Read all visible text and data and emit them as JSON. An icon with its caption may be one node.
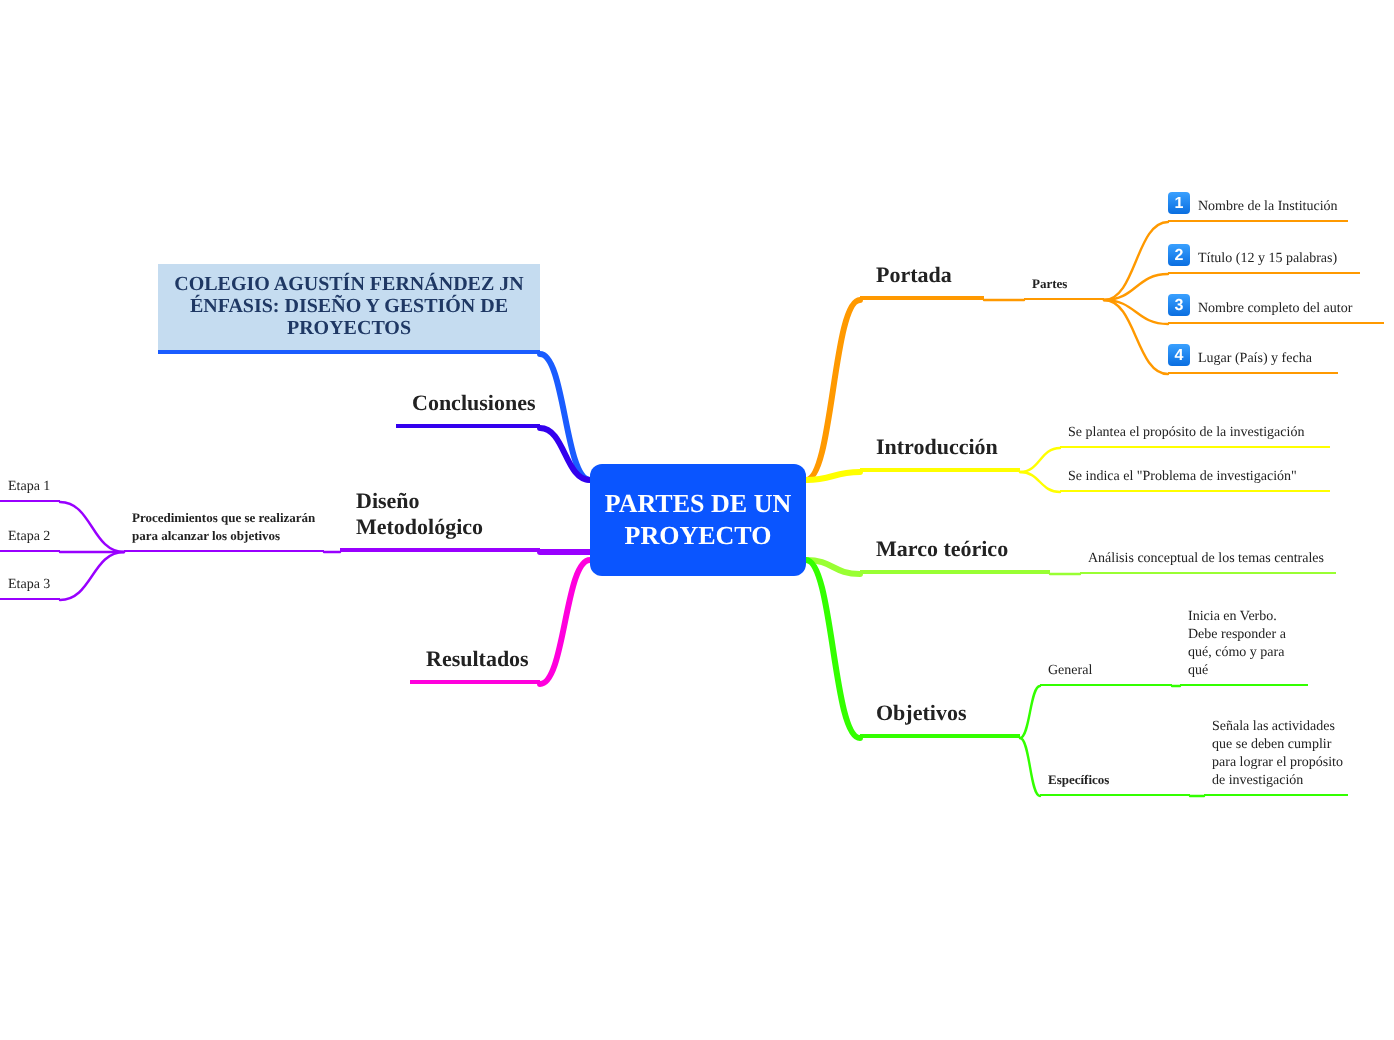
{
  "diagram": {
    "nodes": [
      {
        "text": [
          "PARTES DE UN PROYECTO"
        ]
      },
      {
        "text": [
          "COLEGIO AGUSTÍN FERNÁNDEZ JN ÉNFASIS: DISEÑO Y GESTIÓN DE PROYECTOS"
        ]
      },
      {
        "text": [
          "Conclusiones"
        ]
      },
      {
        "text": [
          "Diseño Metodológico"
        ]
      },
      {
        "text": [
          "Procedimientos que se realizarán para alcanzar los objetivos"
        ]
      },
      {
        "text": [
          "Etapa 1"
        ]
      },
      {
        "text": [
          "Etapa 2"
        ]
      },
      {
        "text": [
          "Etapa 3"
        ]
      },
      {
        "text": [
          "Resultados"
        ]
      },
      {
        "text": [
          "Portada"
        ]
      },
      {
        "text": [
          "Partes"
        ]
      },
      {
        "text": [
          "1",
          "Nombre de la Institución"
        ]
      },
      {
        "text": [
          "2",
          "Título (12 y 15 palabras)"
        ]
      },
      {
        "text": [
          "3",
          "Nombre completo del autor"
        ]
      },
      {
        "text": [
          "4",
          "Lugar (País) y fecha"
        ]
      },
      {
        "text": [
          "Introducción"
        ]
      },
      {
        "text": [
          "Se plantea el propósito de la investigación"
        ]
      },
      {
        "text": [
          "Se indica el \"Problema de investigación\""
        ]
      },
      {
        "text": [
          "Marco teórico"
        ]
      },
      {
        "text": [
          "Análisis conceptual de los temas centrales"
        ]
      },
      {
        "text": [
          "Objetivos"
        ]
      },
      {
        "text": [
          "General"
        ]
      },
      {
        "text": [
          "Inicia en Verbo. Debe responder a qué, cómo y para qué"
        ]
      },
      {
        "text": [
          "Específicos"
        ]
      },
      {
        "text": [
          "Señala las actividades que se deben cumplir para lograr el propósito de investigación"
        ]
      }
    ],
    "edges": [
      {
        "from": 0,
        "to": 1,
        "arrow": "none",
        "style": "thick",
        "color": "#1a5cff"
      },
      {
        "from": 0,
        "to": 2,
        "arrow": "none",
        "style": "thick",
        "color": "#3300ee"
      },
      {
        "from": 0,
        "to": 3,
        "arrow": "none",
        "style": "thick",
        "color": "#9900ff"
      },
      {
        "from": 3,
        "to": 4,
        "arrow": "none",
        "color": "#9900ff"
      },
      {
        "from": 4,
        "to": 5,
        "arrow": "none",
        "color": "#9900ff"
      },
      {
        "from": 4,
        "to": 6,
        "arrow": "none",
        "color": "#9900ff"
      },
      {
        "from": 4,
        "to": 7,
        "arrow": "none",
        "color": "#9900ff"
      },
      {
        "from": 0,
        "to": 8,
        "arrow": "none",
        "style": "thick",
        "color": "#ff00dd"
      },
      {
        "from": 0,
        "to": 9,
        "arrow": "none",
        "style": "thick",
        "color": "#ff9900"
      },
      {
        "from": 9,
        "to": 10,
        "arrow": "none",
        "color": "#ff9900"
      },
      {
        "from": 10,
        "to": 11,
        "arrow": "none",
        "color": "#ff9900"
      },
      {
        "from": 10,
        "to": 12,
        "arrow": "none",
        "color": "#ff9900"
      },
      {
        "from": 10,
        "to": 13,
        "arrow": "none",
        "color": "#ff9900"
      },
      {
        "from": 10,
        "to": 14,
        "arrow": "none",
        "color": "#ff9900"
      },
      {
        "from": 0,
        "to": 15,
        "arrow": "none",
        "style": "thick",
        "color": "#ffff00"
      },
      {
        "from": 15,
        "to": 16,
        "arrow": "none",
        "color": "#ffff00"
      },
      {
        "from": 15,
        "to": 17,
        "arrow": "none",
        "color": "#ffff00"
      },
      {
        "from": 0,
        "to": 18,
        "arrow": "none",
        "style": "thick",
        "color": "#99ff33"
      },
      {
        "from": 18,
        "to": 19,
        "arrow": "none",
        "color": "#99ff33"
      },
      {
        "from": 0,
        "to": 20,
        "arrow": "none",
        "style": "thick",
        "color": "#33ff00"
      },
      {
        "from": 20,
        "to": 21,
        "arrow": "none",
        "color": "#33ff00"
      },
      {
        "from": 21,
        "to": 22,
        "arrow": "none",
        "color": "#33ff00"
      },
      {
        "from": 20,
        "to": 23,
        "arrow": "none",
        "color": "#33ff00"
      },
      {
        "from": 23,
        "to": 24,
        "arrow": "none",
        "color": "#33ff00"
      }
    ]
  }
}
